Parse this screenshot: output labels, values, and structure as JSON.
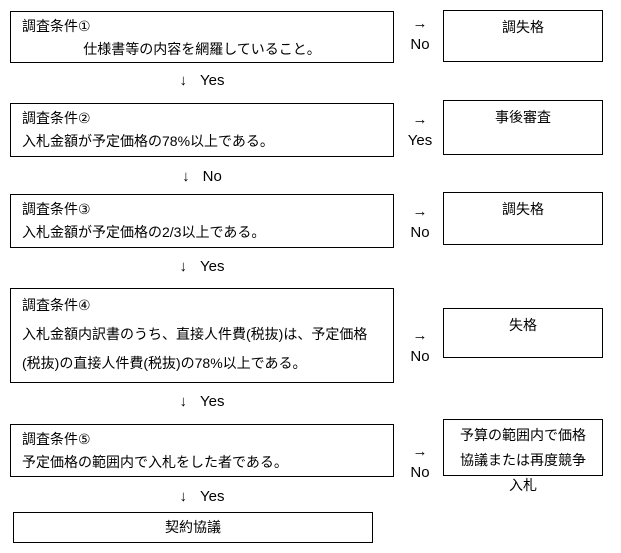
{
  "diagram": {
    "rows": [
      {
        "title": "調査条件①",
        "description": "仕様書等の内容を網羅していること。",
        "branch_arrow": "→",
        "branch_label": "No",
        "result": "調失格",
        "down_arrow": "↓",
        "down_label": "Yes"
      },
      {
        "title": "調査条件②",
        "description": "入札金額が予定価格の78%以上である。",
        "branch_arrow": "→",
        "branch_label": "Yes",
        "result": "事後審査",
        "down_arrow": "↓",
        "down_label": "No"
      },
      {
        "title": "調査条件③",
        "description": "入札金額が予定価格の2/3以上である。",
        "branch_arrow": "→",
        "branch_label": "No",
        "result": "調失格",
        "down_arrow": "↓",
        "down_label": "Yes"
      },
      {
        "title": "調査条件④",
        "description": "入札金額内訳書のうち、直接人件費(税抜)は、予定価格(税抜)の直接人件費(税抜)の78%以上である。",
        "branch_arrow": "→",
        "branch_label": "No",
        "result": "失格",
        "down_arrow": "↓",
        "down_label": "Yes"
      },
      {
        "title": "調査条件⑤",
        "description": "予定価格の範囲内で入札をした者である。",
        "branch_arrow": "→",
        "branch_label": "No",
        "result": "予算の範囲内で価格協議または再度競争入札",
        "down_arrow": "↓",
        "down_label": "Yes"
      }
    ],
    "final_box": "契約協議",
    "colors": {
      "border": "#000000",
      "text": "#000000",
      "background": "#ffffff"
    }
  }
}
